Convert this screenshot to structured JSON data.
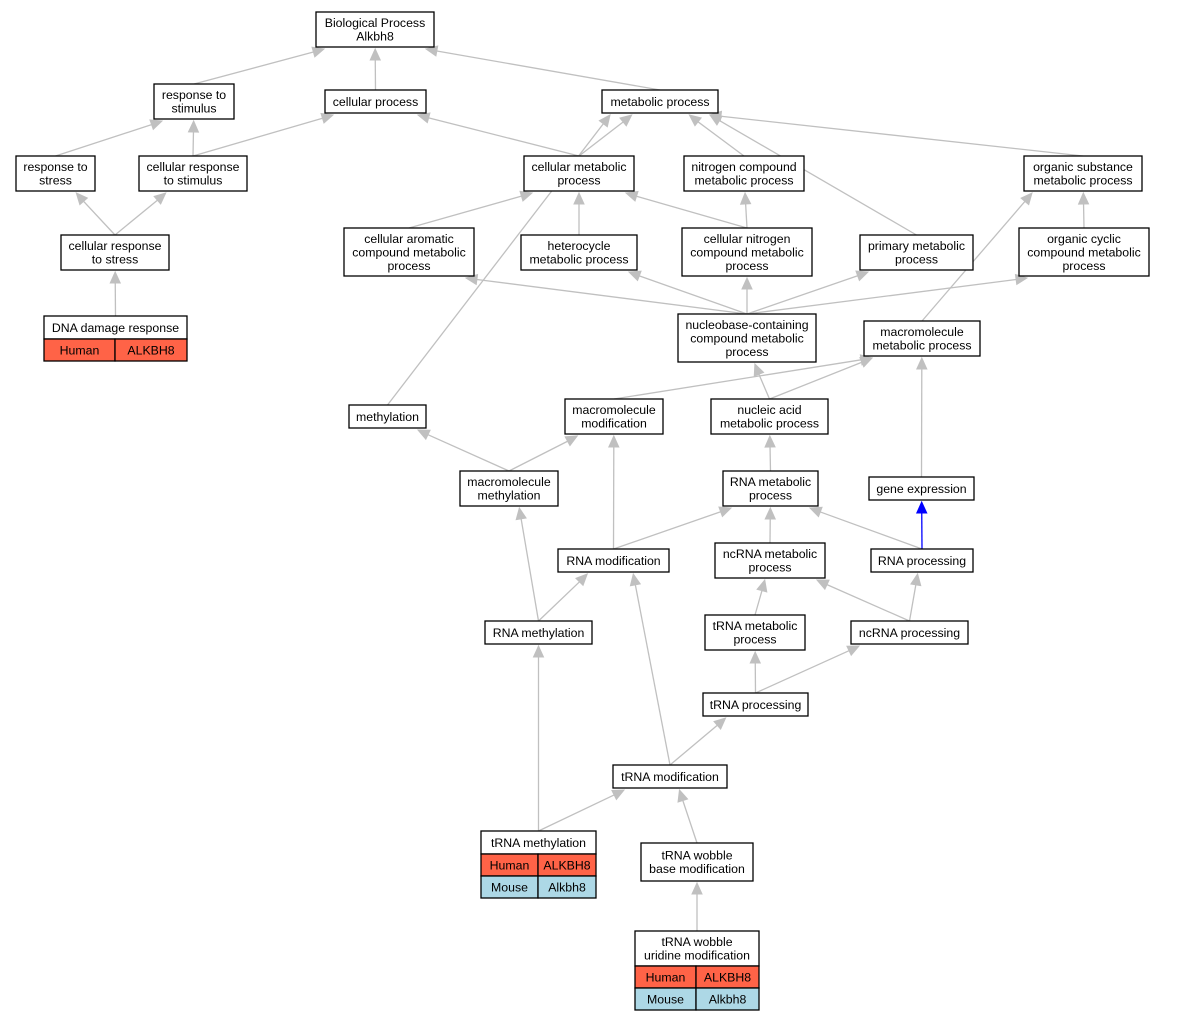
{
  "colors": {
    "edge": "#c0c0c0",
    "highlight_edge": "#0000ff",
    "human": "#ff6347",
    "mouse": "#add8e6",
    "node_border": "#000000"
  },
  "nodes": {
    "bp": [
      "Biological Process",
      "Alkbh8"
    ],
    "resp_stim": [
      "response to",
      "stimulus"
    ],
    "cell_proc": [
      "cellular process"
    ],
    "met_proc": [
      "metabolic process"
    ],
    "resp_stress": [
      "response to",
      "stress"
    ],
    "cell_resp_stim": [
      "cellular response",
      "to stimulus"
    ],
    "cell_met": [
      "cellular metabolic",
      "process"
    ],
    "nitro_met": [
      "nitrogen compound",
      "metabolic process"
    ],
    "org_sub": [
      "organic substance",
      "metabolic process"
    ],
    "cell_resp_stress": [
      "cellular response",
      "to stress"
    ],
    "cell_arom": [
      "cellular aromatic",
      "compound metabolic",
      "process"
    ],
    "hetero": [
      "heterocycle",
      "metabolic process"
    ],
    "cell_nitro": [
      "cellular nitrogen",
      "compound metabolic",
      "process"
    ],
    "prim_met": [
      "primary metabolic",
      "process"
    ],
    "org_cyc": [
      "organic cyclic",
      "compound metabolic",
      "process"
    ],
    "dna_damage": [
      "DNA damage response"
    ],
    "nucleobase": [
      "nucleobase-containing",
      "compound metabolic",
      "process"
    ],
    "macro_met": [
      "macromolecule",
      "metabolic process"
    ],
    "methylation": [
      "methylation"
    ],
    "macro_mod": [
      "macromolecule",
      "modification"
    ],
    "nucleic": [
      "nucleic acid",
      "metabolic process"
    ],
    "macro_methyl": [
      "macromolecule",
      "methylation"
    ],
    "rna_met": [
      "RNA metabolic",
      "process"
    ],
    "gene_expr": [
      "gene expression"
    ],
    "rna_mod": [
      "RNA modification"
    ],
    "ncrna_met": [
      "ncRNA metabolic",
      "process"
    ],
    "rna_proc": [
      "RNA processing"
    ],
    "rna_methyl": [
      "RNA methylation"
    ],
    "trna_met": [
      "tRNA metabolic",
      "process"
    ],
    "ncrna_proc": [
      "ncRNA processing"
    ],
    "trna_proc": [
      "tRNA processing"
    ],
    "trna_mod": [
      "tRNA modification"
    ],
    "trna_methyl": [
      "tRNA methylation"
    ],
    "trna_wobble": [
      "tRNA wobble",
      "base modification"
    ],
    "trna_wobble_uri": [
      "tRNA wobble",
      "uridine modification"
    ]
  },
  "annotations": {
    "dna_damage": [
      {
        "species": "Human",
        "gene": "ALKBH8",
        "color": "#ff6347"
      }
    ],
    "trna_methyl": [
      {
        "species": "Human",
        "gene": "ALKBH8",
        "color": "#ff6347"
      },
      {
        "species": "Mouse",
        "gene": "Alkbh8",
        "color": "#add8e6"
      }
    ],
    "trna_wobble_uri": [
      {
        "species": "Human",
        "gene": "ALKBH8",
        "color": "#ff6347"
      },
      {
        "species": "Mouse",
        "gene": "Alkbh8",
        "color": "#add8e6"
      }
    ]
  },
  "edges": [
    [
      "resp_stim",
      "bp"
    ],
    [
      "cell_proc",
      "bp"
    ],
    [
      "met_proc",
      "bp"
    ],
    [
      "resp_stress",
      "resp_stim"
    ],
    [
      "cell_resp_stim",
      "resp_stim"
    ],
    [
      "cell_resp_stim",
      "cell_proc"
    ],
    [
      "cell_met",
      "cell_proc"
    ],
    [
      "cell_met",
      "met_proc"
    ],
    [
      "nitro_met",
      "met_proc"
    ],
    [
      "org_sub",
      "met_proc"
    ],
    [
      "prim_met",
      "met_proc"
    ],
    [
      "methylation",
      "met_proc"
    ],
    [
      "cell_resp_stress",
      "resp_stress"
    ],
    [
      "cell_resp_stress",
      "cell_resp_stim"
    ],
    [
      "cell_arom",
      "cell_met"
    ],
    [
      "hetero",
      "cell_met"
    ],
    [
      "cell_nitro",
      "cell_met"
    ],
    [
      "cell_nitro",
      "nitro_met"
    ],
    [
      "org_cyc",
      "org_sub"
    ],
    [
      "macro_met",
      "org_sub"
    ],
    [
      "dna_damage",
      "cell_resp_stress"
    ],
    [
      "nucleobase",
      "cell_arom"
    ],
    [
      "nucleobase",
      "hetero"
    ],
    [
      "nucleobase",
      "cell_nitro"
    ],
    [
      "nucleobase",
      "prim_met"
    ],
    [
      "nucleobase",
      "org_cyc"
    ],
    [
      "macro_mod",
      "macro_met"
    ],
    [
      "nucleic",
      "nucleobase"
    ],
    [
      "nucleic",
      "macro_met"
    ],
    [
      "macro_methyl",
      "methylation"
    ],
    [
      "macro_methyl",
      "macro_mod"
    ],
    [
      "rna_met",
      "nucleic"
    ],
    [
      "gene_expr",
      "macro_met"
    ],
    [
      "rna_mod",
      "macro_mod"
    ],
    [
      "rna_mod",
      "rna_met"
    ],
    [
      "ncrna_met",
      "rna_met"
    ],
    [
      "rna_proc",
      "rna_met"
    ],
    [
      "rna_proc",
      "gene_expr",
      "highlight"
    ],
    [
      "rna_methyl",
      "macro_methyl"
    ],
    [
      "rna_methyl",
      "rna_mod"
    ],
    [
      "trna_met",
      "ncrna_met"
    ],
    [
      "ncrna_proc",
      "ncrna_met"
    ],
    [
      "ncrna_proc",
      "rna_proc"
    ],
    [
      "trna_proc",
      "trna_met"
    ],
    [
      "trna_proc",
      "ncrna_proc"
    ],
    [
      "trna_mod",
      "rna_mod"
    ],
    [
      "trna_mod",
      "trna_proc"
    ],
    [
      "trna_methyl",
      "rna_methyl"
    ],
    [
      "trna_methyl",
      "trna_mod"
    ],
    [
      "trna_wobble",
      "trna_mod"
    ],
    [
      "trna_wobble_uri",
      "trna_wobble"
    ]
  ]
}
